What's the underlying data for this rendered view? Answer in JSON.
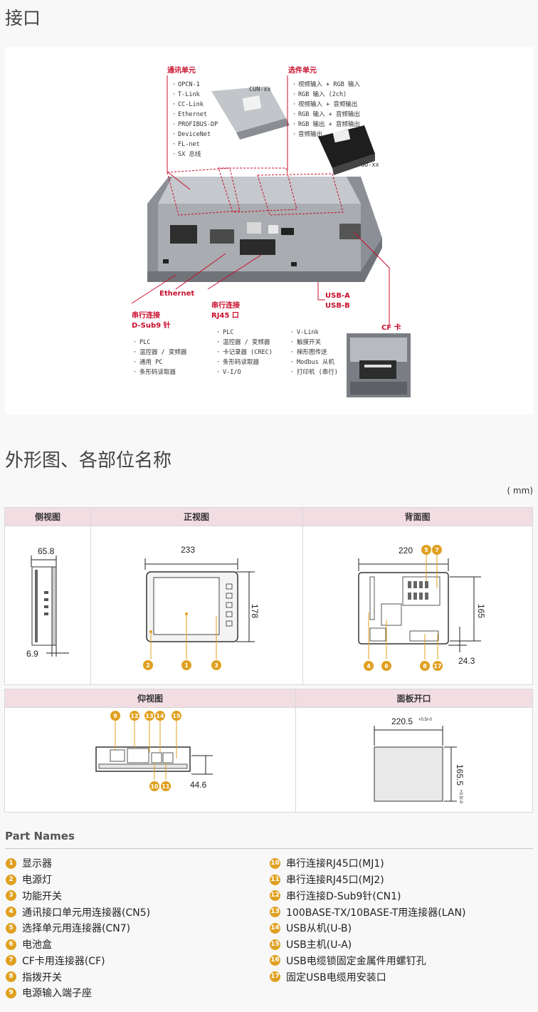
{
  "headings": {
    "interface": "接口",
    "outline": "外形图、各部位名称",
    "unit": "( mm)"
  },
  "interface_figure": {
    "comm_unit": {
      "title": "通讯单元",
      "items": [
        "OPCN-1",
        "T-Link",
        "CC-Link",
        "Ethernet",
        "PROFIBUS-DP",
        "DeviceNet",
        "FL-net",
        "SX 总线"
      ],
      "model": "CUN-xx"
    },
    "option_unit": {
      "title": "选件单元",
      "items": [
        "视频输入 + RGB 输入",
        "RGB 输入 (2ch)",
        "视频输入 + 音频输出",
        "RGB 输入 + 音频输出",
        "RGB 输出 + 音频输出",
        "音频输出"
      ],
      "model": "GU-xx"
    },
    "ethernet": "Ethernet",
    "serial_dsub": {
      "title1": "串行连接",
      "title2": "D-Sub9 针",
      "items": [
        "PLC",
        "温控器 / 变频器",
        "通用 PC",
        "条形码读取器"
      ]
    },
    "serial_rj45": {
      "title1": "串行连接",
      "title2": "RJ45 口",
      "items_left": [
        "PLC",
        "温控器 / 变频器",
        "卡记录器 (CREC)",
        "条形码读取器",
        "V-I/O"
      ],
      "items_right": [
        "V-Link",
        "触摸开关",
        "梯形图传送",
        "Modbus 从机",
        "打印机 (串行)"
      ]
    },
    "usb": [
      "USB-A",
      "USB-B"
    ],
    "cf": "CF 卡"
  },
  "dim_tables": {
    "top": {
      "headers": [
        "侧视图",
        "正视图",
        "背面图"
      ],
      "side": {
        "w": "65.8",
        "d": "6.9"
      },
      "front": {
        "w": "233",
        "h": "178",
        "callouts": [
          "2",
          "1",
          "3"
        ]
      },
      "back": {
        "w": "220",
        "h": "165",
        "d": "24.3",
        "callouts_top": [
          "5",
          "7"
        ],
        "callouts_bottom": [
          "4",
          "6",
          "8",
          "17"
        ]
      }
    },
    "bottom": {
      "headers": [
        "仰视图",
        "面板开口"
      ],
      "bottom_view": {
        "h": "44.6",
        "callouts_top": [
          "9",
          "12",
          "13",
          "14",
          "15"
        ],
        "callouts_bottom": [
          "10",
          "11"
        ]
      },
      "cutout": {
        "w": "220.5",
        "w_tol": "+0.5/-0",
        "h": "165.5",
        "h_tol": "+0.5/-0"
      }
    }
  },
  "part_names": {
    "title": "Part Names",
    "left": [
      {
        "n": "1",
        "label": "显示器"
      },
      {
        "n": "2",
        "label": "电源灯"
      },
      {
        "n": "3",
        "label": "功能开关"
      },
      {
        "n": "4",
        "label": "通讯接口单元用连接器(CN5)"
      },
      {
        "n": "5",
        "label": "选择单元用连接器(CN7)"
      },
      {
        "n": "6",
        "label": "电池盒"
      },
      {
        "n": "7",
        "label": "CF卡用连接器(CF)"
      },
      {
        "n": "8",
        "label": "指拨开关"
      },
      {
        "n": "9",
        "label": "电源输入端子座"
      }
    ],
    "right": [
      {
        "n": "10",
        "label": "串行连接RJ45口(MJ1)"
      },
      {
        "n": "11",
        "label": "串行连接RJ45口(MJ2)"
      },
      {
        "n": "12",
        "label": "串行连接D-Sub9针(CN1)"
      },
      {
        "n": "13",
        "label": "100BASE-TX/10BASE-T用连接器(LAN)"
      },
      {
        "n": "14",
        "label": "USB从机(U-B)"
      },
      {
        "n": "15",
        "label": "USB主机(U-A)"
      },
      {
        "n": "16",
        "label": "USB电缆锁固定金属件用螺钉孔"
      },
      {
        "n": "17",
        "label": "固定USB电缆用安装口"
      }
    ]
  },
  "colors": {
    "accent_red": "#c8102e",
    "callout": "#e0a020",
    "header_bg": "#f2dde3"
  }
}
